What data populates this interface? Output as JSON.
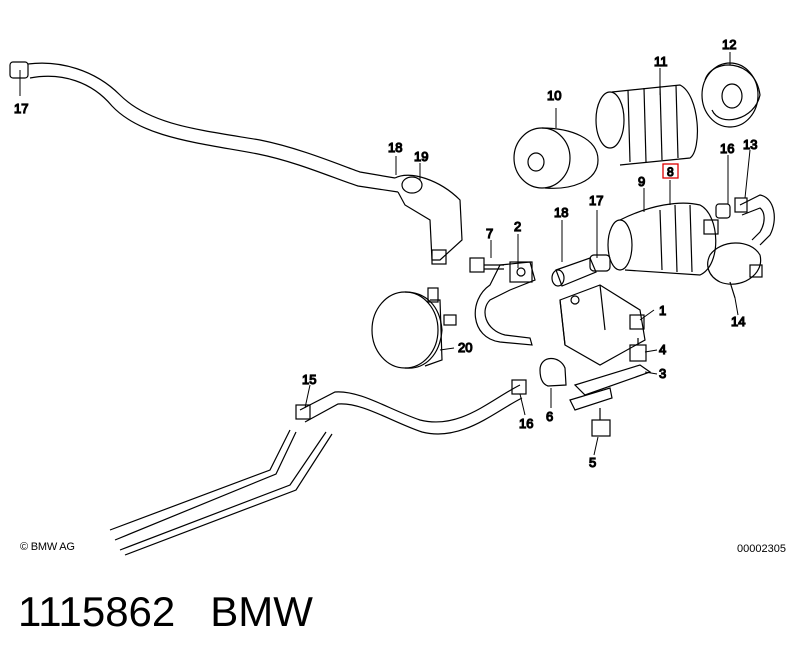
{
  "callouts": {
    "c1": "1",
    "c2": "2",
    "c3": "3",
    "c4": "4",
    "c5": "5",
    "c6": "6",
    "c7": "7",
    "c8": "8",
    "c9": "9",
    "c10": "10",
    "c11": "11",
    "c12": "12",
    "c13": "13",
    "c14": "14",
    "c15": "15",
    "c16a": "16",
    "c16b": "16",
    "c17a": "17",
    "c17b": "17",
    "c18a": "18",
    "c18b": "18",
    "c19": "19",
    "c20": "20"
  },
  "copyright": "© BMW AG",
  "diagram_code": "00002305",
  "footer": {
    "part_number": "1115862",
    "brand": "BMW"
  },
  "colors": {
    "highlight": "#d00000",
    "line": "#000000"
  }
}
